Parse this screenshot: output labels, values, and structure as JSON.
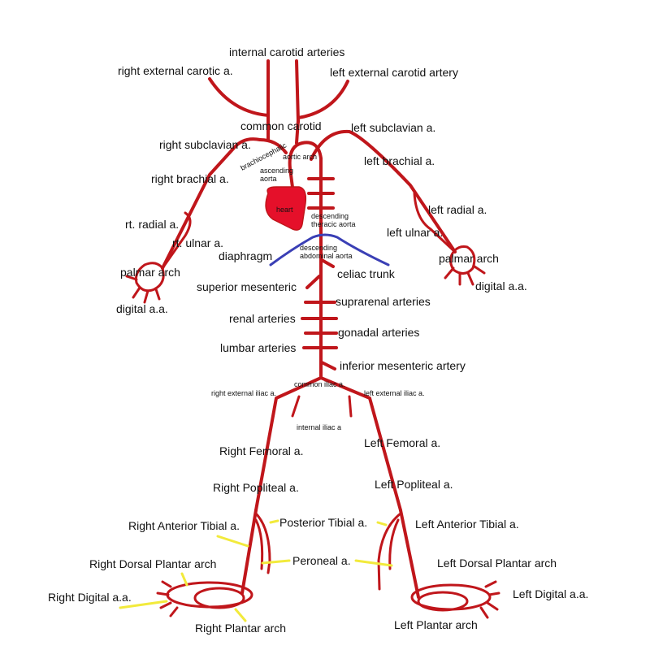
{
  "colors": {
    "artery": "#c0161b",
    "heart": "#e5102a",
    "diaphragm": "#3a3fb5",
    "pointer": "#f2ea3c",
    "background": "#ffffff"
  },
  "labels": {
    "internal_carotid": "internal carotid arteries",
    "right_external_carotid": "right external carotic a.",
    "left_external_carotid": "left external carotid artery",
    "common_carotid": "common carotid",
    "left_subclavian": "left subclavian a.",
    "right_subclavian": "right subclavian a.",
    "brachiocephalic": "brachiocephalic",
    "aortic_arch": "aortic arch",
    "ascending_aorta_1": "ascending",
    "ascending_aorta_2": "aorta",
    "right_brachial": "right brachial a.",
    "left_brachial": "left brachial a.",
    "heart": "heart",
    "descending_thoracic_1": "descending",
    "descending_thoracic_2": "theracic aorta",
    "left_radial": "left radial a.",
    "rt_radial": "rt. radial a.",
    "left_ulnar": "left ulnar a.",
    "rt_ulnar": "rt. ulnar a.",
    "diaphragm": "diaphragm",
    "descending_abdominal_1": "descending",
    "descending_abdominal_2": "abdominal aorta",
    "palmar_arch_left": "palmar arch",
    "palmar_arch_right": "palmar arch",
    "celiac_trunk": "celiac trunk",
    "digital_right": "digital a.a.",
    "digital_left": "digital a.a.",
    "superior_mesenteric": "superior mesenteric",
    "suprarenal": "suprarenal arteries",
    "renal": "renal arteries",
    "gonadal": "gonadal arteries",
    "lumbar": "lumbar arteries",
    "inferior_mesenteric": "inferior mesenteric artery",
    "common_iliac": "common iliac a.",
    "right_external_iliac": "right external iliac a.",
    "left_external_iliac": "left external iliac a.",
    "internal_iliac": "internal iliac a",
    "right_femoral": "Right Femoral a.",
    "left_femoral": "Left Femoral a.",
    "right_popliteal": "Right Popliteal a.",
    "left_popliteal": "Left Popliteal a.",
    "right_anterior_tibial": "Right Anterior Tibial a.",
    "posterior_tibial": "Posterior Tibial a.",
    "left_anterior_tibial": "Left Anterior Tibial a.",
    "right_dorsal_plantar": "Right Dorsal Plantar arch",
    "peroneal": "Peroneal a.",
    "left_dorsal_plantar": "Left Dorsal Plantar arch",
    "right_digital": "Right Digital a.a.",
    "left_digital": "Left Digital a.a.",
    "right_plantar": "Right Plantar arch",
    "left_plantar": "Left Plantar arch"
  }
}
